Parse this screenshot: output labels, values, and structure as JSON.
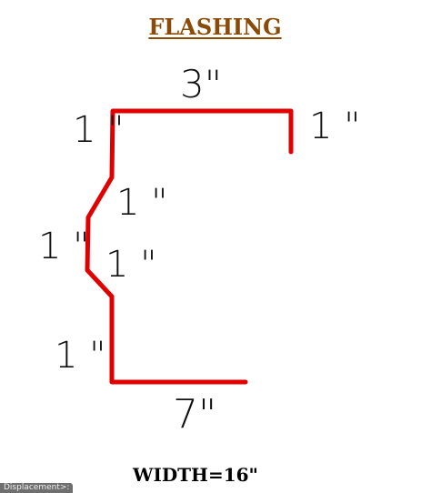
{
  "title": "FLASHING",
  "dimensions": {
    "top": "3\"",
    "top_left_leg": "1 \"",
    "right_leg": "1 \"",
    "upper_slope": "1 \"",
    "outer_left": "1 \"",
    "lower_slope": "1 \"",
    "lower_left_leg": "1 \"",
    "bottom": "7\""
  },
  "total": "WIDTH=16\"",
  "status_tooltip": "Displacement>:",
  "colors": {
    "profile": "#e00000",
    "title": "#8a4b08"
  },
  "profile_segments": [
    {
      "segment": "top",
      "length_in": 3
    },
    {
      "segment": "right return",
      "length_in": 1
    },
    {
      "segment": "left leg",
      "length_in": 1
    },
    {
      "segment": "upper slope",
      "length_in": 1
    },
    {
      "segment": "outer vertical",
      "length_in": 1
    },
    {
      "segment": "lower slope",
      "length_in": 1
    },
    {
      "segment": "lower leg",
      "length_in": 1
    },
    {
      "segment": "bottom",
      "length_in": 7
    }
  ]
}
